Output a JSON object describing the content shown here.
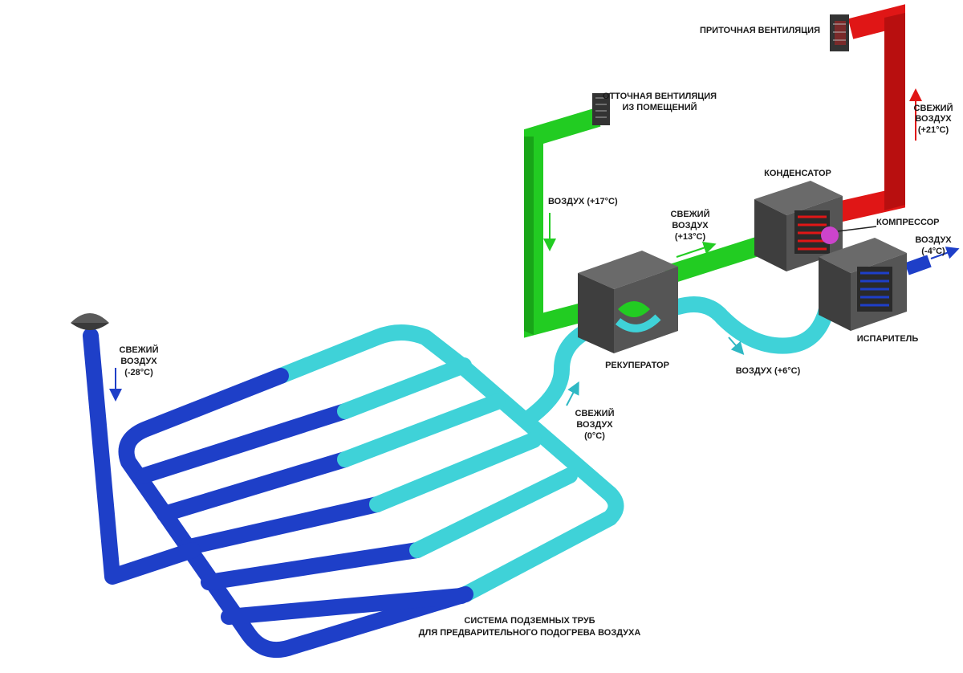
{
  "colors": {
    "cold": "#1e3fc8",
    "cool": "#3fd2d8",
    "exhaust": "#22cc22",
    "hot": "#e01616",
    "unit": "#4d4d4d",
    "compressor": "#cc44cc"
  },
  "icons": {
    "grille": "vent-grille-icon",
    "intake": "intake-cap-icon",
    "arrow": "flow-arrow-icon"
  },
  "labels": {
    "supply_vent": "ПРИТОЧНАЯ ВЕНТИЛЯЦИЯ",
    "exhaust_vent_1": "ОТТОЧНАЯ ВЕНТИЛЯЦИЯ",
    "exhaust_vent_2": "ИЗ ПОМЕЩЕНИЙ",
    "fresh_21_1": "СВЕЖИЙ",
    "fresh_21_2": "ВОЗДУХ",
    "fresh_21_3": "(+21°С)",
    "condenser": "КОНДЕНСАТОР",
    "compressor": "КОМПРЕССОР",
    "air_minus4_1": "ВОЗДУХ",
    "air_minus4_2": "(-4°С)",
    "air_17": "ВОЗДУХ  (+17°С)",
    "fresh_13_1": "СВЕЖИЙ",
    "fresh_13_2": "ВОЗДУХ",
    "fresh_13_3": "(+13°С)",
    "evaporator": "ИСПАРИТЕЛЬ",
    "recuperator": "РЕКУПЕРАТОР",
    "air_6": "ВОЗДУХ  (+6°С)",
    "fresh_0_1": "СВЕЖИЙ",
    "fresh_0_2": "ВОЗДУХ",
    "fresh_0_3": "(0°С)",
    "fresh_minus28_1": "СВЕЖИЙ",
    "fresh_minus28_2": "ВОЗДУХ",
    "fresh_minus28_3": "(-28°С)",
    "ground_1": "СИСТЕМА ПОДЗЕМНЫХ ТРУБ",
    "ground_2": "ДЛЯ ПРЕДВАРИТЕЛЬНОГО ПОДОГРЕВА ВОЗДУХА"
  }
}
